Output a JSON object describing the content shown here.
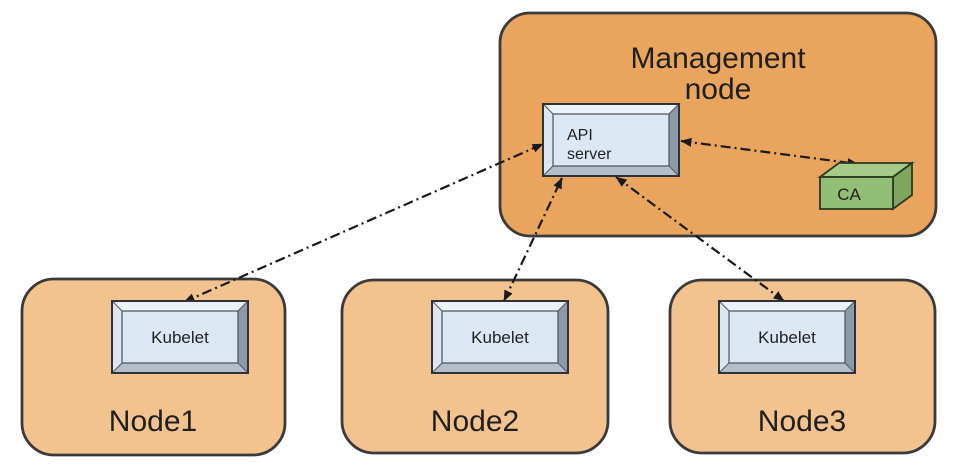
{
  "diagram": {
    "management_node": {
      "title_line1": "Management",
      "title_line2": "node",
      "fill": "#e9a45e",
      "border": "#3a3a3a"
    },
    "api_server": {
      "label_line1": "API",
      "label_line2": "server",
      "face_fill": "#dce7f4"
    },
    "ca_box": {
      "label": "CA",
      "front_fill": "#93be76",
      "top_fill": "#a6cb89",
      "side_fill": "#7fa55f"
    },
    "worker_nodes": [
      {
        "name": "Node1",
        "component": "Kubelet"
      },
      {
        "name": "Node2",
        "component": "Kubelet"
      },
      {
        "name": "Node3",
        "component": "Kubelet"
      }
    ],
    "node_fill": "#f2c38e",
    "button_face_fill": "#dce7f4",
    "arrow_color": "#1a1a1a",
    "connections": [
      {
        "from": "Kubelet (Node1)",
        "to": "API server",
        "style": "dash-dot",
        "bidirectional": true
      },
      {
        "from": "Kubelet (Node2)",
        "to": "API server",
        "style": "dash-dot",
        "bidirectional": true
      },
      {
        "from": "Kubelet (Node3)",
        "to": "API server",
        "style": "dash-dot",
        "bidirectional": true
      },
      {
        "from": "API server",
        "to": "CA",
        "style": "dash-dot",
        "bidirectional": true
      }
    ]
  }
}
